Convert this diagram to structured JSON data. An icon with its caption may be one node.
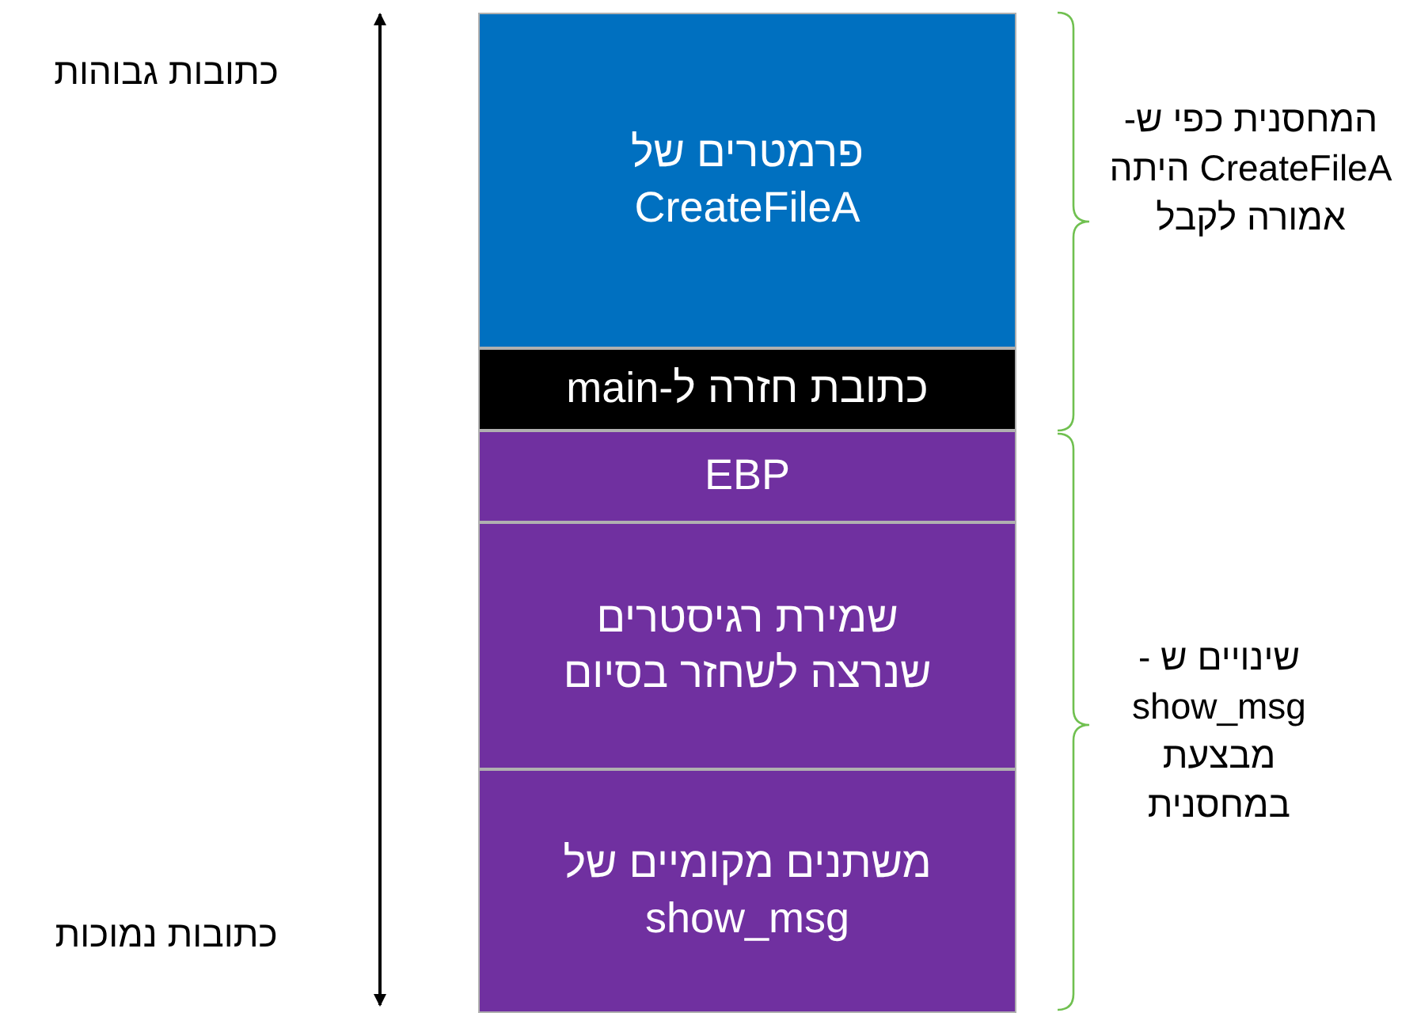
{
  "diagram": {
    "nodes": [
      {
        "text": [
          "פרמטרים של CreateFileA"
        ]
      },
      {
        "text": [
          "כתובת חזרה ל-main"
        ]
      },
      {
        "text": [
          "EBP"
        ]
      },
      {
        "text": [
          "שמירת רגיסטרים שנרצה לשחזר בסיום"
        ]
      },
      {
        "text": [
          "משתנים מקומיים של show_msg"
        ]
      }
    ],
    "edges": [],
    "labels": [
      "כתובות גבוהות",
      "המחסנית כפי ש- CreateFileA היתה אמורה לקבל",
      "שינויים ש - show_msg מבצעת במחסנית",
      "כתובות נמוכות"
    ]
  }
}
